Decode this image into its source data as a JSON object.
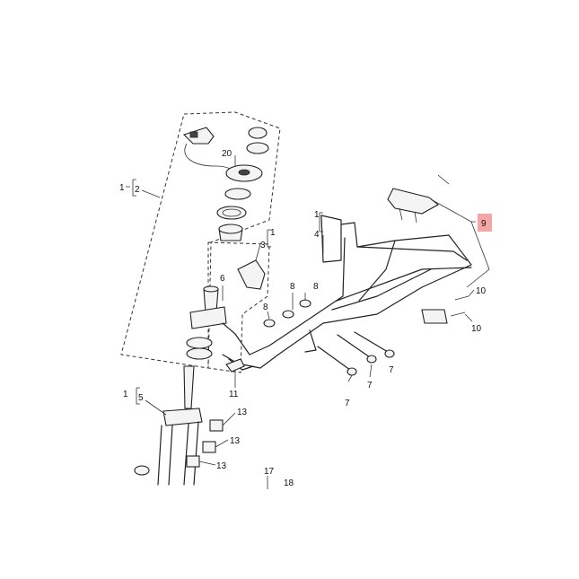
{
  "highlight_color": "#f4a6a6",
  "callouts": {
    "c1a": "1",
    "c2": "2",
    "c20": "20",
    "c1b": "1",
    "c3": "3",
    "c6": "6",
    "c1c": "1",
    "c4": "4",
    "c8a": "8",
    "c8b": "8",
    "c7a": "7",
    "c7b": "7",
    "c9": "9",
    "c10a": "10",
    "c10b": "10",
    "c11": "11",
    "c1d": "1",
    "c5": "5",
    "c13a": "13",
    "c13b": "13",
    "c13c": "13",
    "c17": "17",
    "c18": "18"
  }
}
